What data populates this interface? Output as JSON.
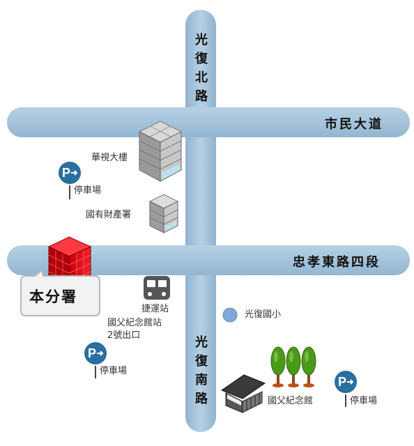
{
  "roads": {
    "guangfu_north": "光復北路",
    "shimin_blvd": "市民大道",
    "zhongxiao_east_4": "忠孝東路四段",
    "guangfu_south": "光復南路"
  },
  "landmarks": {
    "ctv_building": "華視大樓",
    "state_property": "國有財產署",
    "main_office": "本分署",
    "mrt_station_line1": "捷運站",
    "mrt_station_line2": "國父紀念館站",
    "mrt_station_line3": "2號出口",
    "guangfu_elementary": "光復國小",
    "sun_yat_sen_memorial": "國父紀念館"
  },
  "parking": {
    "label": "停車場",
    "sign_letter": "P"
  },
  "colors": {
    "road": "#a3c2d9",
    "road_edge": "#7fa7c6",
    "parking_blue": "#2a6f9f",
    "main_red": "#e00010",
    "tree_green": "#4a9a1a",
    "school_dot": "#7fa9d6"
  },
  "icons": [
    "parking-icon",
    "bus-icon",
    "building-icon",
    "school-dot-icon",
    "tree-icon",
    "temple-icon"
  ]
}
